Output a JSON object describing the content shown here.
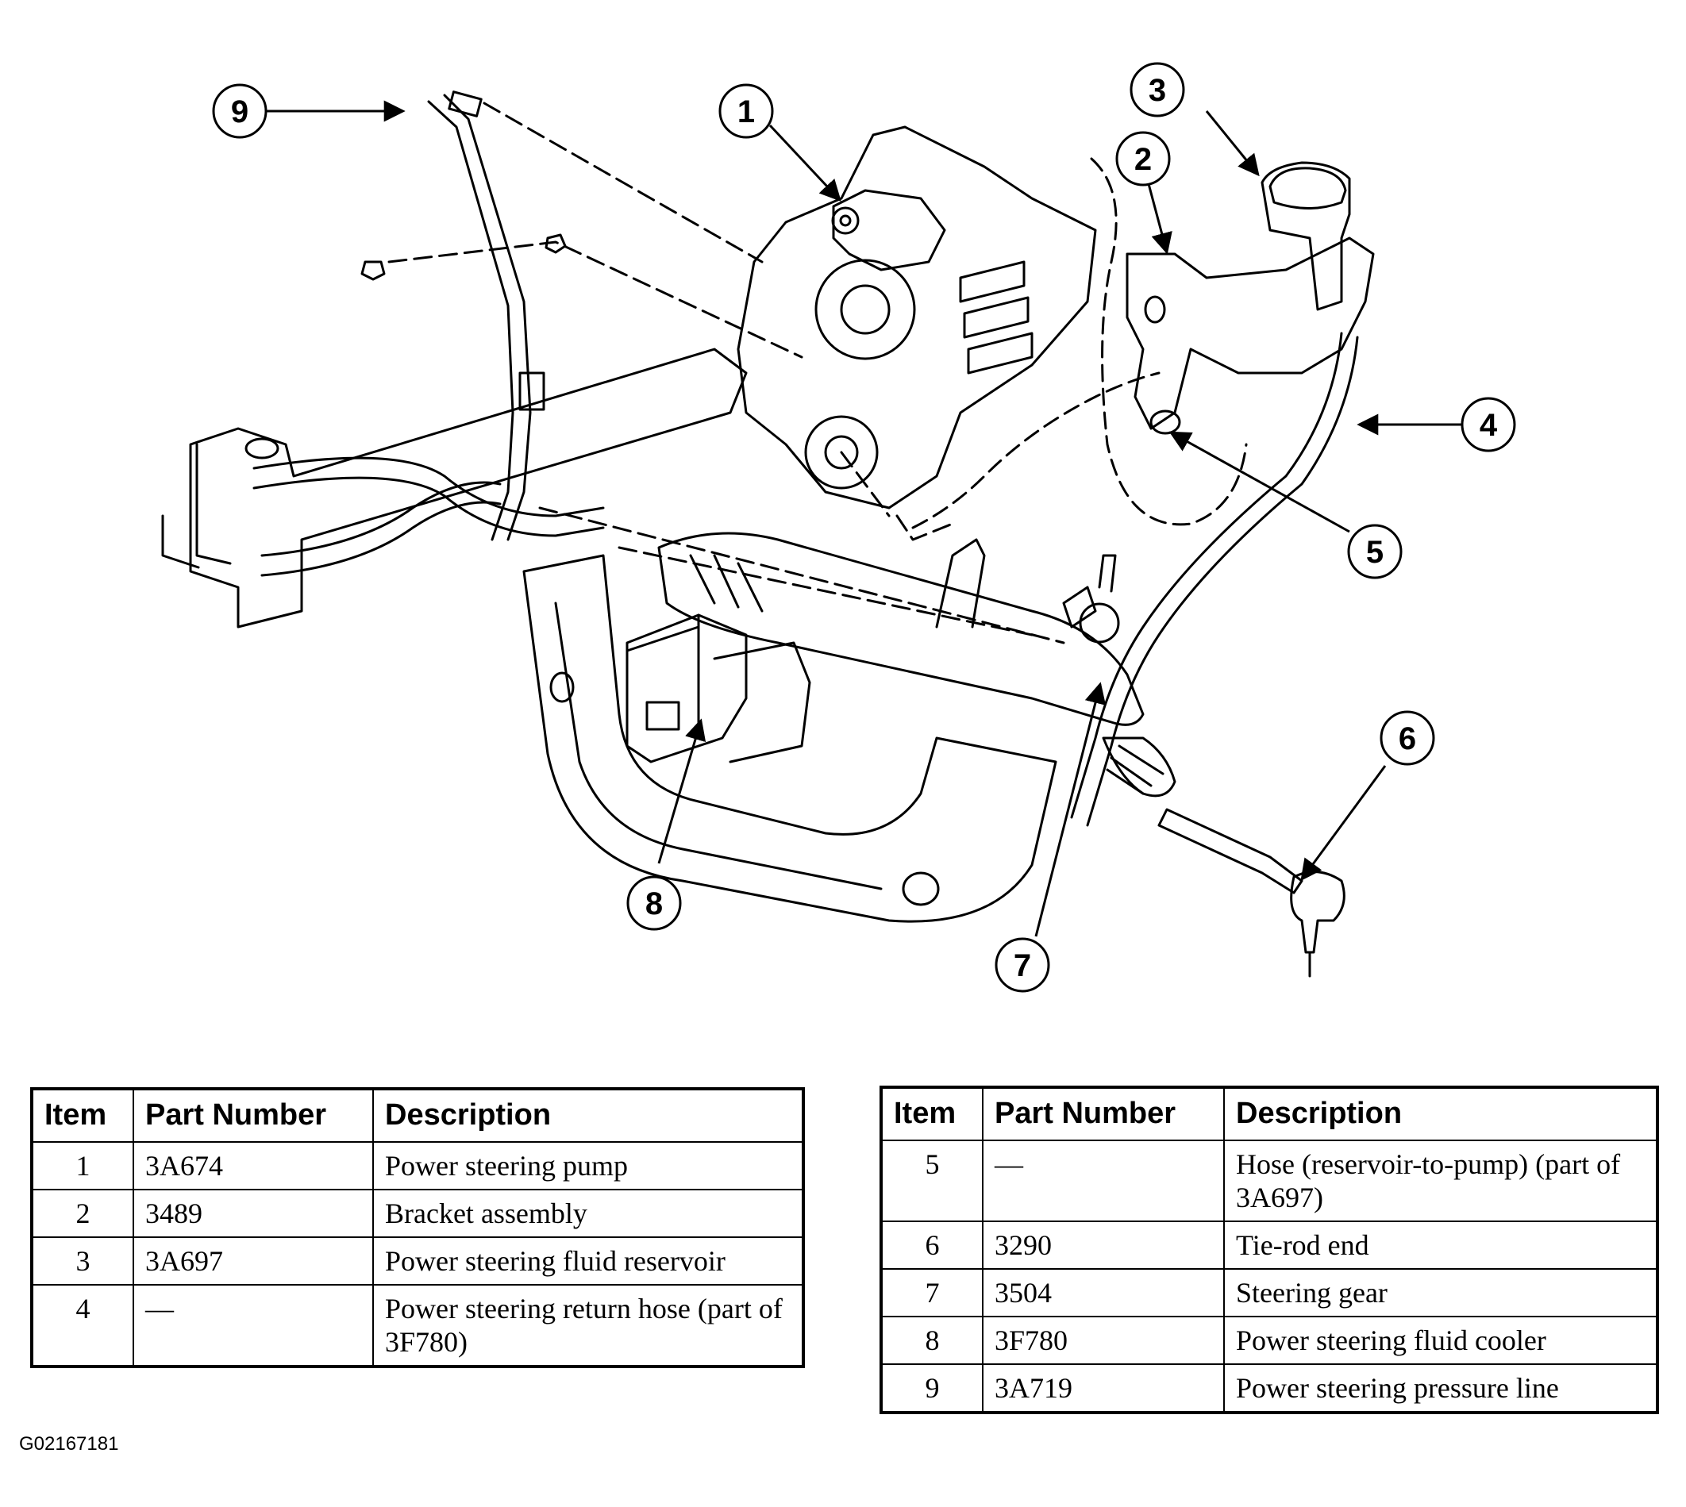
{
  "diagram": {
    "callouts": [
      "1",
      "2",
      "3",
      "4",
      "5",
      "6",
      "7",
      "8",
      "9"
    ]
  },
  "tables": [
    {
      "headers": [
        "Item",
        "Part Number",
        "Description"
      ],
      "rows": [
        {
          "item": "1",
          "part": "3A674",
          "desc": "Power steering pump"
        },
        {
          "item": "2",
          "part": "3489",
          "desc": "Bracket assembly"
        },
        {
          "item": "3",
          "part": "3A697",
          "desc": "Power steering fluid reservoir"
        },
        {
          "item": "4",
          "part": "—",
          "desc": "Power steering return hose (part of 3F780)"
        }
      ]
    },
    {
      "headers": [
        "Item",
        "Part Number",
        "Description"
      ],
      "rows": [
        {
          "item": "5",
          "part": "—",
          "desc": "Hose (reservoir-to-pump) (part of 3A697)"
        },
        {
          "item": "6",
          "part": "3290",
          "desc": "Tie-rod end"
        },
        {
          "item": "7",
          "part": "3504",
          "desc": "Steering gear"
        },
        {
          "item": "8",
          "part": "3F780",
          "desc": "Power steering fluid cooler"
        },
        {
          "item": "9",
          "part": "3A719",
          "desc": "Power steering pressure line"
        }
      ]
    }
  ],
  "figure_id": "G02167181"
}
